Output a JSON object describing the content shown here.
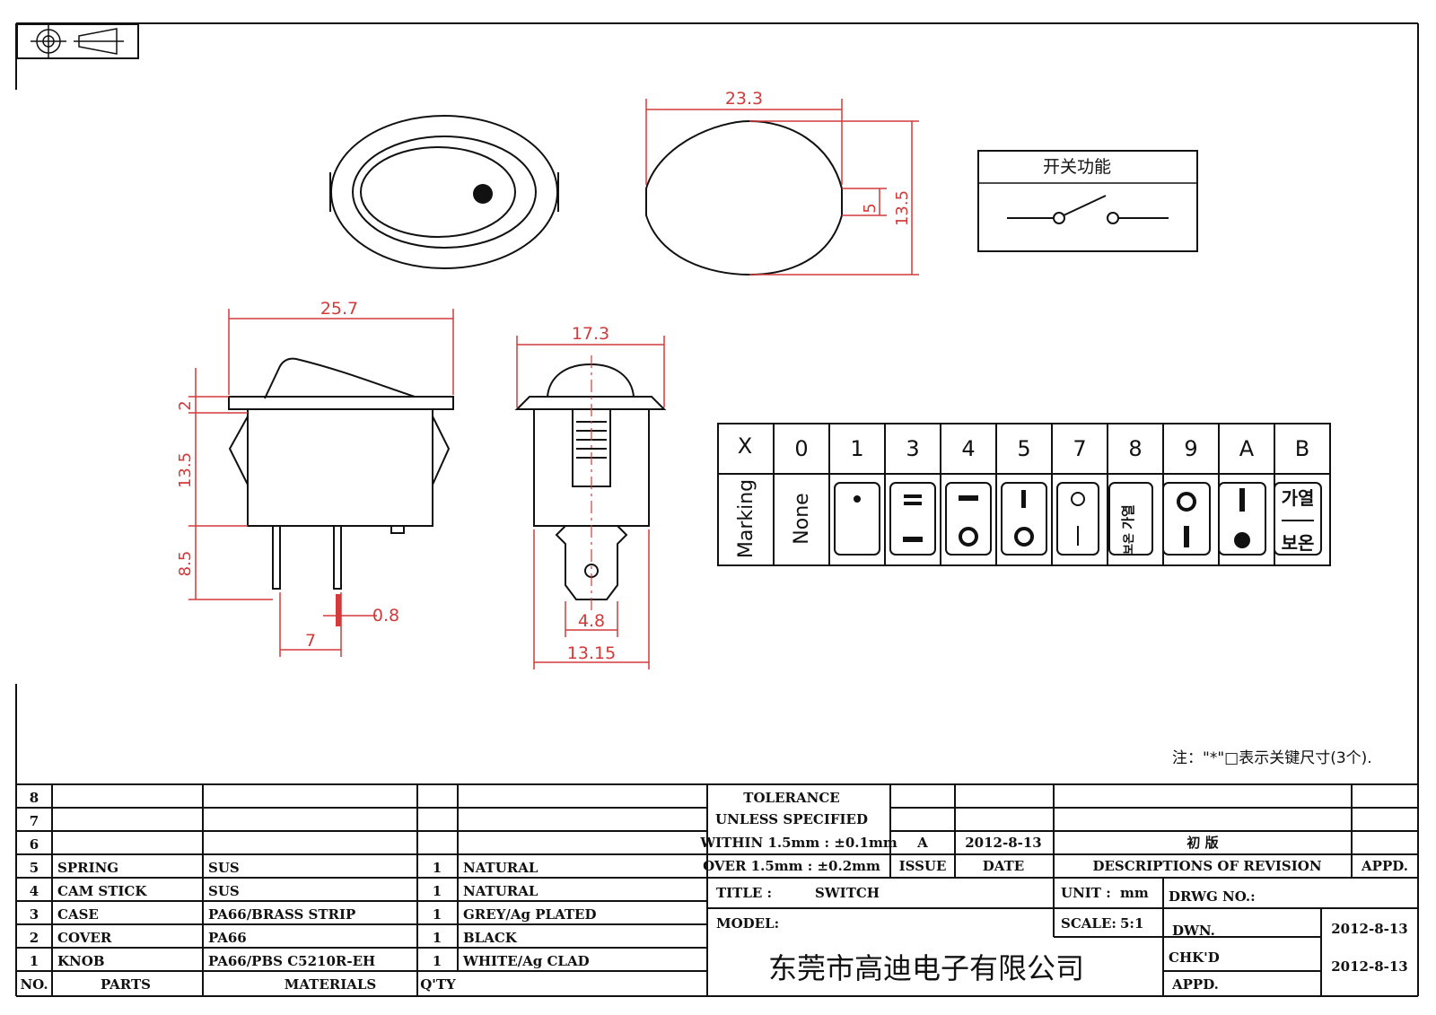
{
  "dimensions": {
    "top_width": "23.3",
    "top_inner_height": "5",
    "top_height": "13.5",
    "side_width": "25.7",
    "side_top_height": "2",
    "side_body_height": "13.5",
    "side_terminal_height": "8.5",
    "terminal_thickness": "0.8",
    "terminal_pitch": "7",
    "front_width": "17.3",
    "front_terminal_width": "4.8",
    "front_base_width": "13.15"
  },
  "switch_function_title": "开关功能",
  "marking_table": {
    "header_x": "X",
    "codes": [
      "0",
      "1",
      "3",
      "4",
      "5",
      "7",
      "8",
      "9",
      "A",
      "B"
    ],
    "row_label": "Marking",
    "none_label": "None",
    "korean_top": "가열",
    "korean_bottom": "보온"
  },
  "note": "注：\"*\"□表示关键尺寸(3个).",
  "bom": {
    "rows": [
      {
        "no": "8",
        "part": "",
        "material": "",
        "qty": "",
        "color": ""
      },
      {
        "no": "7",
        "part": "",
        "material": "",
        "qty": "",
        "color": ""
      },
      {
        "no": "6",
        "part": "",
        "material": "",
        "qty": "",
        "color": ""
      },
      {
        "no": "5",
        "part": "SPRING",
        "material": "SUS",
        "qty": "1",
        "color": "NATURAL"
      },
      {
        "no": "4",
        "part": "CAM STICK",
        "material": "SUS",
        "qty": "1",
        "color": "NATURAL"
      },
      {
        "no": "3",
        "part": "CASE",
        "material": "PA66/BRASS STRIP",
        "qty": "1",
        "color": "GREY/Ag PLATED"
      },
      {
        "no": "2",
        "part": "COVER",
        "material": "PA66",
        "qty": "1",
        "color": "BLACK"
      },
      {
        "no": "1",
        "part": "KNOB",
        "material": "PA66/PBS C5210R-EH",
        "qty": "1",
        "color": "WHITE/Ag CLAD"
      }
    ],
    "headers": {
      "no": "NO.",
      "parts": "PARTS",
      "materials": "MATERIALS",
      "qty": "Q'TY"
    }
  },
  "title_block": {
    "tolerance_line1": "TOLERANCE",
    "tolerance_line2": "UNLESS  SPECIFIED",
    "tolerance_line3": "WITHIN 1.5mm : ±0.1mm",
    "tolerance_line4": "OVER 1.5mm : ±0.2mm",
    "issue_value": "A",
    "date_value": "2012-8-13",
    "revision_value": "初  版",
    "issue_label": "ISSUE",
    "date_label": "DATE",
    "revision_label": "DESCRIPTIONS OF REVISION",
    "appd_label": "APPD.",
    "title_label": "TITLE :",
    "title_value": "SWITCH",
    "unit_label": "UNIT :",
    "unit_value": "mm",
    "drwg_label": "DRWG NO.:",
    "model_label": "MODEL:",
    "scale_label": "SCALE:",
    "scale_value": "5:1",
    "dwn_label": "DWN.",
    "dwn_date": "2012-8-13",
    "chkd_label": "CHK'D",
    "chkd_date": "2012-8-13",
    "appd2_label": "APPD.",
    "company": "东莞市高迪电子有限公司"
  }
}
